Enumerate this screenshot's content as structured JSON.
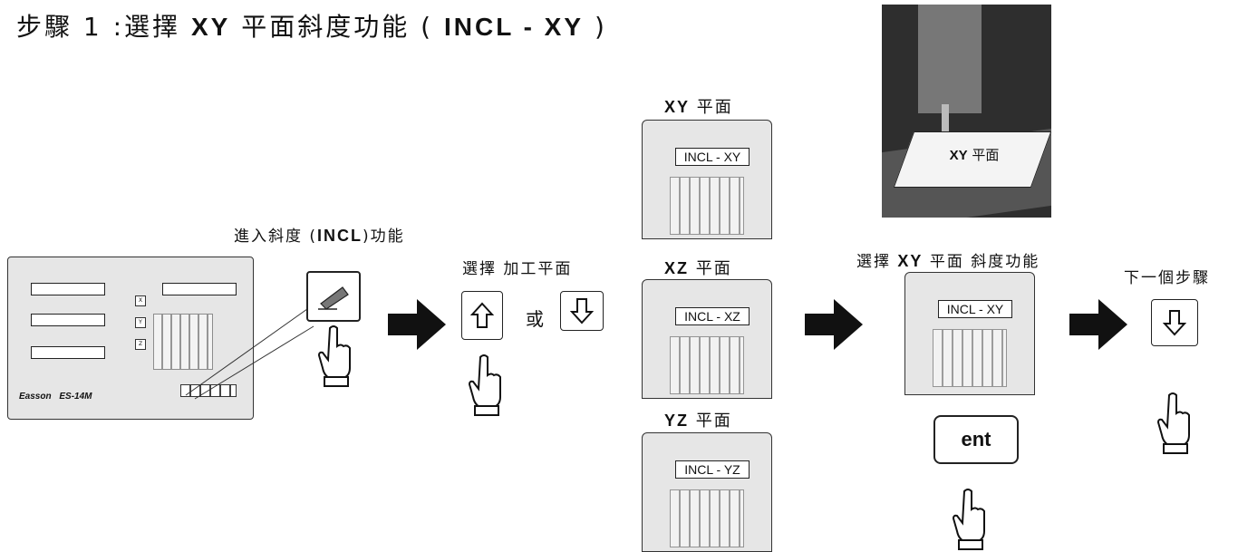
{
  "title": {
    "prefix": "步驟 1 :選擇",
    "xy": "XY",
    "mid": "平面斜度功能 (",
    "incl": "INCL - XY",
    "suffix": ")"
  },
  "enter_caption": {
    "pre": "進入斜度 (",
    "bold": "INCL",
    "post": ")功能"
  },
  "select_plane_caption": "選擇 加工平面",
  "or_label": "或",
  "panels": [
    {
      "heading_bold": "XY",
      "heading": "平面",
      "display": "INCL - XY"
    },
    {
      "heading_bold": "XZ",
      "heading": "平面",
      "display": "INCL - XZ"
    },
    {
      "heading_bold": "YZ",
      "heading": "平面",
      "display": "INCL - YZ"
    }
  ],
  "select_xy_caption": {
    "pre": "選擇",
    "bold": "XY",
    "post": "平面 斜度功能"
  },
  "selected_display": "INCL - XY",
  "ent_label": "ent",
  "next_step_caption": "下一個步驟",
  "photo_label": {
    "bold": "XY",
    "text": "平面"
  },
  "main_panel": {
    "brand": "Easson",
    "model": "ES-14M",
    "axis_x": "X",
    "axis_y": "Y",
    "axis_z": "Z"
  }
}
